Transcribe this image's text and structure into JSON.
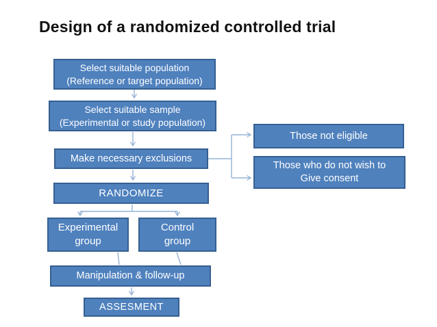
{
  "title": "Design of a randomized controlled trial",
  "colors": {
    "box_fill": "#4f81bd",
    "box_border": "#365f91",
    "connector": "#94b2d6",
    "box_text": "#ffffff",
    "title_text": "#111111",
    "background": "#ffffff"
  },
  "diagram": {
    "type": "flowchart",
    "nodes": {
      "population": {
        "lines": [
          "Select suitable population",
          "(Reference or target population)"
        ]
      },
      "sample": {
        "lines": [
          "Select suitable sample",
          "(Experimental or study population)"
        ]
      },
      "exclusions": {
        "lines": [
          "Make necessary exclusions"
        ]
      },
      "randomize": {
        "lines": [
          "RANDOMIZE"
        ]
      },
      "experimental": {
        "lines": [
          "Experimental",
          "group"
        ]
      },
      "control": {
        "lines": [
          "Control",
          "group"
        ]
      },
      "manipulation": {
        "lines": [
          "Manipulation & follow-up"
        ]
      },
      "assessment": {
        "lines": [
          "ASSESMENT"
        ]
      },
      "not_eligible": {
        "lines": [
          "Those not eligible"
        ]
      },
      "no_consent": {
        "lines": [
          "Those who do not wish to",
          "Give consent"
        ]
      }
    },
    "edges": [
      {
        "from": "population",
        "to": "sample",
        "arrow": true
      },
      {
        "from": "sample",
        "to": "exclusions",
        "arrow": true
      },
      {
        "from": "exclusions",
        "to": "not_eligible",
        "arrow": true
      },
      {
        "from": "exclusions",
        "to": "no_consent",
        "arrow": true
      },
      {
        "from": "exclusions",
        "to": "randomize",
        "arrow": true
      },
      {
        "from": "randomize",
        "to": "experimental",
        "arrow": true
      },
      {
        "from": "randomize",
        "to": "control",
        "arrow": true
      },
      {
        "from": "experimental",
        "to": "manipulation",
        "arrow": false
      },
      {
        "from": "control",
        "to": "manipulation",
        "arrow": false
      },
      {
        "from": "manipulation",
        "to": "assessment",
        "arrow": true
      }
    ]
  }
}
